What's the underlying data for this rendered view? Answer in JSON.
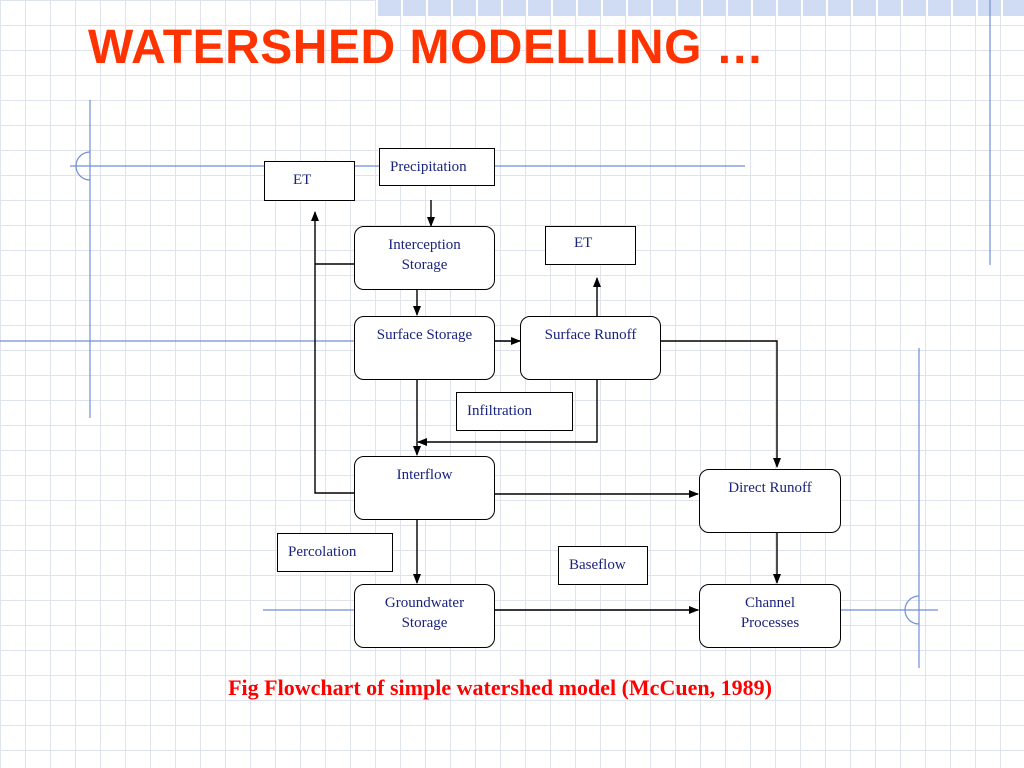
{
  "slide": {
    "title": "WATERSHED MODELLING …",
    "caption": "Fig  Flowchart of simple watershed model (McCuen, 1989)"
  },
  "nodes": {
    "et_left": "ET",
    "precipitation": "Precipitation",
    "interception_line1": "Interception",
    "interception_line2": "Storage",
    "et_right": "ET",
    "surface_storage": "Surface Storage",
    "surface_runoff": "Surface Runoff",
    "infiltration": "Infiltration",
    "interflow": "Interflow",
    "direct_runoff": "Direct Runoff",
    "percolation": "Percolation",
    "baseflow": "Baseflow",
    "groundwater_line1": "Groundwater",
    "groundwater_line2": "Storage",
    "channel_line1": "Channel",
    "channel_line2": "Processes"
  },
  "colors": {
    "title": "#ff3300",
    "caption": "#ff0000",
    "node_text": "#1a237e",
    "deco_lines": "#6f8fd6"
  }
}
